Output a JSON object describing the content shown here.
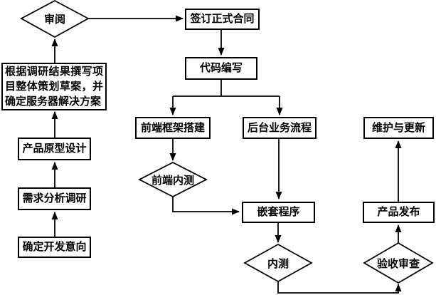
{
  "diagram": {
    "type": "flowchart",
    "background_color": "#ffffff",
    "line_color": "#000000",
    "node_fill": "#ffffff",
    "text_color": "#000000",
    "nodes": {
      "dev_intent": {
        "label": "确定开发意向",
        "type": "process"
      },
      "requirements": {
        "label": "需求分析调研",
        "type": "process"
      },
      "prototype": {
        "label": "产品原型设计",
        "type": "process"
      },
      "draft_plan": {
        "label": "根据调研结果撰写项目整体策划草案，并确定服务器解决方案",
        "type": "process"
      },
      "review": {
        "label": "审阅",
        "type": "decision"
      },
      "sign_contract": {
        "label": "签订正式合同",
        "type": "process"
      },
      "coding": {
        "label": "代码编写",
        "type": "process"
      },
      "frontend": {
        "label": "前端框架搭建",
        "type": "process"
      },
      "backend": {
        "label": "后台业务流程",
        "type": "process"
      },
      "frontend_test": {
        "label": "前端内测",
        "type": "decision"
      },
      "nested_program": {
        "label": "嵌套程序",
        "type": "process"
      },
      "internal_test": {
        "label": "内测",
        "type": "decision"
      },
      "acceptance": {
        "label": "验收审查",
        "type": "decision"
      },
      "release": {
        "label": "产品发布",
        "type": "process"
      },
      "maintenance": {
        "label": "维护与更新",
        "type": "process"
      }
    },
    "edges": [
      {
        "from": "dev_intent",
        "to": "requirements"
      },
      {
        "from": "requirements",
        "to": "prototype"
      },
      {
        "from": "prototype",
        "to": "draft_plan"
      },
      {
        "from": "draft_plan",
        "to": "review"
      },
      {
        "from": "review",
        "to": "sign_contract"
      },
      {
        "from": "sign_contract",
        "to": "coding"
      },
      {
        "from": "coding",
        "to": "frontend"
      },
      {
        "from": "coding",
        "to": "backend"
      },
      {
        "from": "frontend",
        "to": "frontend_test"
      },
      {
        "from": "frontend_test",
        "to": "nested_program"
      },
      {
        "from": "backend",
        "to": "nested_program"
      },
      {
        "from": "nested_program",
        "to": "internal_test"
      },
      {
        "from": "internal_test",
        "to": "acceptance"
      },
      {
        "from": "acceptance",
        "to": "release"
      },
      {
        "from": "release",
        "to": "maintenance"
      }
    ]
  }
}
